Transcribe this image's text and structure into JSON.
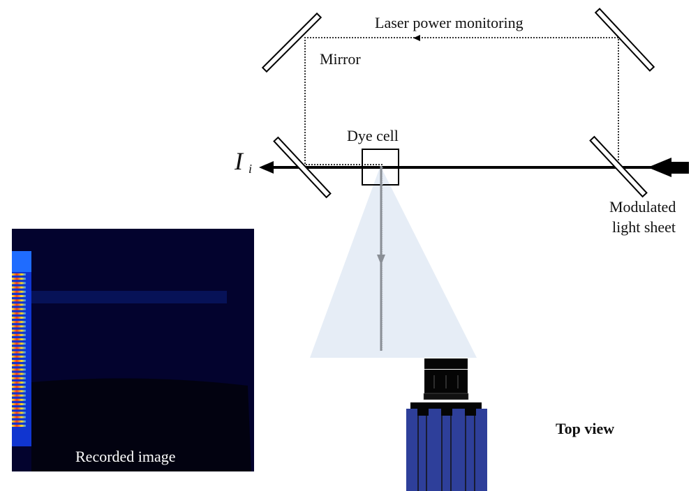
{
  "diagram": {
    "view_label": "Top view",
    "labels": {
      "laser_power_monitoring": "Laser power monitoring",
      "mirror": "Mirror",
      "dye_cell": "Dye cell",
      "intensity_symbol": "I",
      "intensity_subscript": "i",
      "modulated_line1": "Modulated",
      "modulated_line2": "light sheet",
      "recorded_image": "Recorded image"
    },
    "colors": {
      "beam": "#000000",
      "monitor_path": "#333333",
      "light_cone": "#e6edf6",
      "camera_arrow": "#8a8f96",
      "camera_body": "#2e3f9a",
      "camera_lens": "#050505",
      "image_bg": "#03032e",
      "image_dark": "#020210"
    },
    "components": [
      "mirror-top-left",
      "mirror-top-right",
      "beam-splitter-left",
      "beam-splitter-right",
      "dye-cell",
      "camera",
      "recorded-image"
    ]
  }
}
